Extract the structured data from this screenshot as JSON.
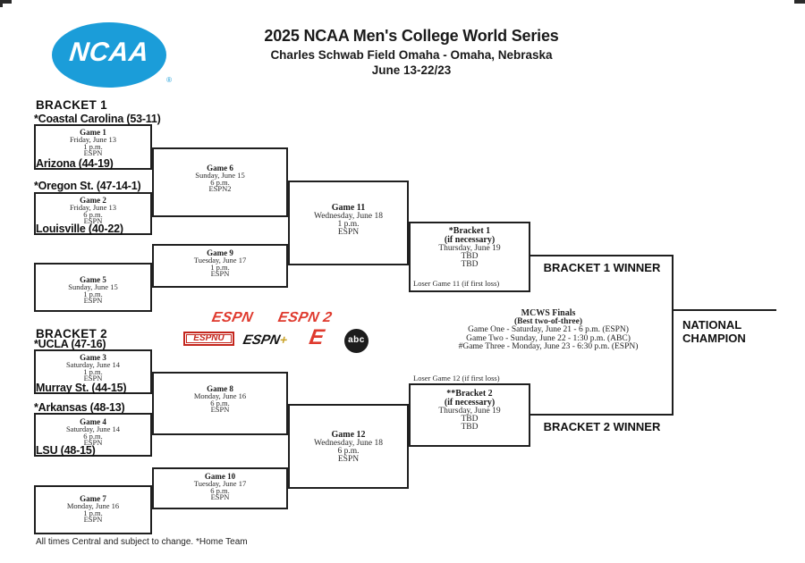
{
  "page": {
    "logo": "NCAA",
    "registered_mark": "®",
    "title": "2025 NCAA Men's College World Series",
    "venue": "Charles Schwab Field Omaha - Omaha, Nebraska",
    "dates": "June 13-22/23",
    "footer": "All times Central and subject to change. *Home Team"
  },
  "bracket1": {
    "label": "BRACKET 1",
    "coastal_carolina": "*Coastal Carolina (53-11)",
    "arizona": "Arizona (44-19)",
    "oregon_state": "*Oregon St. (47-14-1)",
    "louisville": "Louisville (40-22)"
  },
  "bracket2": {
    "label": "BRACKET 2",
    "ucla": "*UCLA (47-16)",
    "murray_state": "Murray St. (44-15)",
    "arkansas": "*Arkansas (48-13)",
    "lsu": "LSU (48-15)"
  },
  "games": {
    "g1": {
      "title": "Game 1",
      "date": "Friday, June 13",
      "time": "1 p.m.",
      "network": "ESPN"
    },
    "g2": {
      "title": "Game 2",
      "date": "Friday, June 13",
      "time": "6 p.m.",
      "network": "ESPN"
    },
    "g3": {
      "title": "Game 3",
      "date": "Saturday, June 14",
      "time": "1 p.m.",
      "network": "ESPN"
    },
    "g4": {
      "title": "Game 4",
      "date": "Saturday, June 14",
      "time": "6 p.m.",
      "network": "ESPN"
    },
    "g5": {
      "title": "Game 5",
      "date": "Sunday, June 15",
      "time": "1 p.m.",
      "network": "ESPN"
    },
    "g6": {
      "title": "Game 6",
      "date": "Sunday, June 15",
      "time": "6 p.m.",
      "network": "ESPN2"
    },
    "g7": {
      "title": "Game 7",
      "date": "Monday, June 16",
      "time": "1 p.m.",
      "network": "ESPN"
    },
    "g8": {
      "title": "Game 8",
      "date": "Monday, June 16",
      "time": "6 p.m.",
      "network": "ESPN"
    },
    "g9": {
      "title": "Game 9",
      "date": "Tuesday, June 17",
      "time": "1 p.m.",
      "network": "ESPN"
    },
    "g10": {
      "title": "Game 10",
      "date": "Tuesday, June 17",
      "time": "6 p.m.",
      "network": "ESPN"
    },
    "g11": {
      "title": "Game 11",
      "date": "Wednesday, June 18",
      "time": "1 p.m.",
      "network": "ESPN"
    },
    "g12": {
      "title": "Game 12",
      "date": "Wednesday, June 18",
      "time": "6 p.m.",
      "network": "ESPN"
    }
  },
  "if_necessary": {
    "b1": {
      "title": "*Bracket 1",
      "note": "(if necessary)",
      "date": "Thursday, June 19",
      "tbd1": "TBD",
      "tbd2": "TBD",
      "loser_line": "Loser Game 11 (if first loss)"
    },
    "b2": {
      "title": "**Bracket 2",
      "note": "(if necessary)",
      "date": "Thursday, June 19",
      "tbd1": "TBD",
      "tbd2": "TBD",
      "loser_line": "Loser Game 12 (if first loss)"
    }
  },
  "finals": {
    "title": "MCWS Finals",
    "format": "(Best two-of-three)",
    "game_one": "Game One - Saturday, June 21 - 6 p.m. (ESPN)",
    "game_two": "Game Two - Sunday, June 22 - 1:30 p.m. (ABC)",
    "game_three": "#Game Three - Monday, June 23 - 6:30 p.m. (ESPN)"
  },
  "results": {
    "bracket1_winner": "BRACKET 1 WINNER",
    "bracket2_winner": "BRACKET 2 WINNER",
    "national_champion": "NATIONAL CHAMPION"
  },
  "networks": {
    "espn": "ESPN",
    "espn2": "ESPN 2",
    "espnu": "ESPNU",
    "espn_plus_text": "ESPN",
    "espn_plus_sign": "+",
    "espn_e": "E",
    "abc": "abc"
  },
  "colors": {
    "ncaa_blue": "#1B9DD9",
    "espn_red": "#DF3A2E",
    "line_black": "#1F1F1F"
  }
}
